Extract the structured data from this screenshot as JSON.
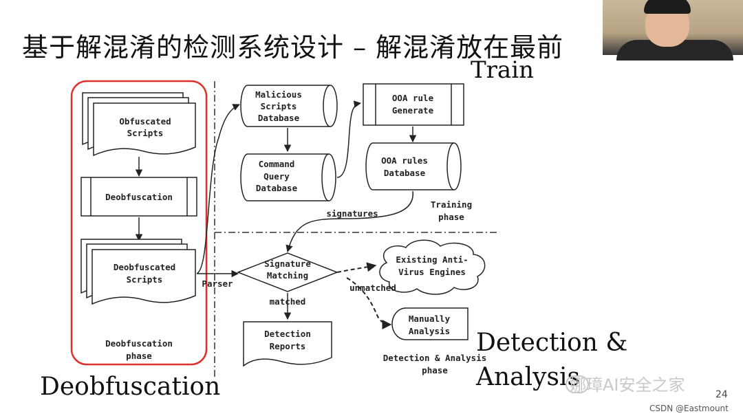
{
  "slide": {
    "title": "基于解混淆的检测系统设计 – 解混淆放在最前",
    "page_number": "24"
  },
  "labels": {
    "train": "Train",
    "deobfuscation": "Deobfuscation",
    "detection_line1": "Detection &",
    "detection_line2": "Analysis"
  },
  "nodes": {
    "obfuscated_scripts": [
      "Obfuscated",
      "Scripts"
    ],
    "deobfuscation": [
      "Deobfuscation"
    ],
    "deobfuscated_scripts": [
      "Deobfuscated",
      "Scripts"
    ],
    "deobfuscation_phase": [
      "Deobfuscation",
      "phase"
    ],
    "malicious_db": [
      "Malicious",
      "Scripts",
      "Database"
    ],
    "command_query_db": [
      "Command",
      "Query",
      "Database"
    ],
    "ooa_rule_generate": [
      "OOA rule",
      "Generate"
    ],
    "ooa_rules_db": [
      "OOA rules",
      "Database"
    ],
    "training_phase": [
      "Training",
      "phase"
    ],
    "signature_matching": [
      "Signature",
      "Matching"
    ],
    "existing_av": [
      "Existing Anti-",
      "Virus Engines"
    ],
    "manually_analysis": [
      "Manually",
      "Analysis"
    ],
    "detection_reports": [
      "Detection",
      "Reports"
    ],
    "detection_phase": [
      "Detection & Analysis",
      "phase"
    ]
  },
  "edge_labels": {
    "signatures": "signatures",
    "parser": "Parser",
    "matched": "matched",
    "unmatched": "unmatched"
  },
  "watermark": {
    "text": "娜璋AI安全之家",
    "source": "CSDN @Eastmount"
  },
  "colors": {
    "highlight": "#e0302a",
    "ink": "#222222"
  }
}
